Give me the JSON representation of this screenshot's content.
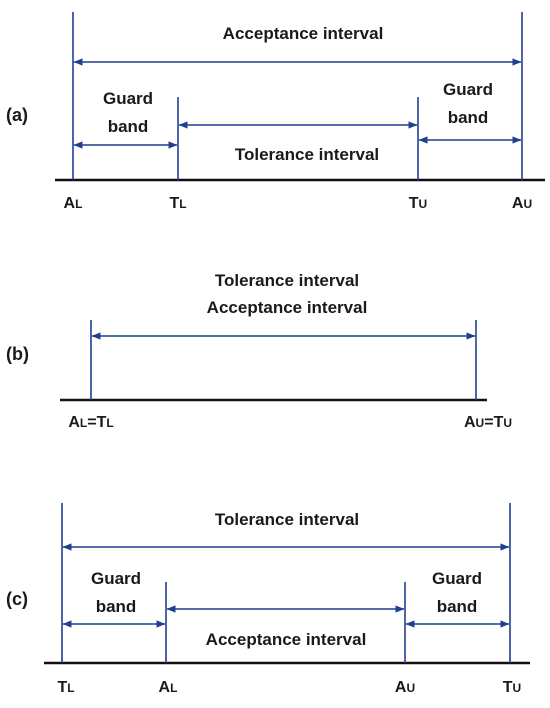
{
  "panel_a": {
    "label": "(a)",
    "acceptance_interval": "Acceptance interval",
    "guard_band_left": [
      "Guard",
      "band"
    ],
    "guard_band_right": [
      "Guard",
      "band"
    ],
    "tolerance_interval": "Tolerance interval",
    "ticks": [
      {
        "main": "A",
        "sub": "L"
      },
      {
        "main": "T",
        "sub": "L"
      },
      {
        "main": "T",
        "sub": "U"
      },
      {
        "main": "A",
        "sub": "U"
      }
    ]
  },
  "panel_b": {
    "label": "(b)",
    "title_line1": "Tolerance interval",
    "title_line2": "Acceptance interval",
    "left_label": {
      "p1": "A",
      "s1": "L",
      "eq": "=T",
      "s2": "L"
    },
    "right_label": {
      "p1": "A",
      "s1": "U",
      "eq": "=T",
      "s2": "U"
    }
  },
  "panel_c": {
    "label": "(c)",
    "tolerance_interval": "Tolerance interval",
    "guard_band_left": [
      "Guard",
      "band"
    ],
    "guard_band_right": [
      "Guard",
      "band"
    ],
    "acceptance_interval": "Acceptance interval",
    "ticks": [
      {
        "main": "T",
        "sub": "L"
      },
      {
        "main": "A",
        "sub": "L"
      },
      {
        "main": "A",
        "sub": "U"
      },
      {
        "main": "T",
        "sub": "U"
      }
    ]
  },
  "colors": {
    "interval_lines": "#1f3f8f",
    "axis": "#111111",
    "text": "#1a1a1a"
  }
}
